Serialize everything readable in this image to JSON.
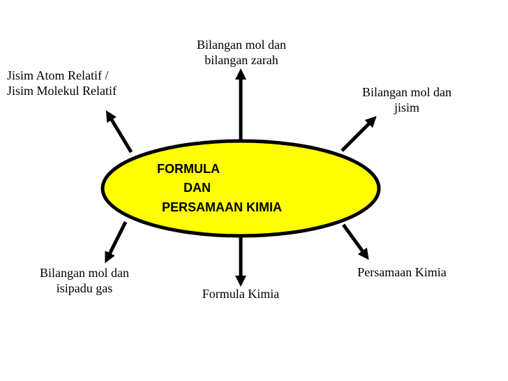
{
  "center": {
    "line1": "FORMULA",
    "line2": "DAN",
    "line3": "PERSAMAAN KIMIA",
    "fill_color": "#FFFF00",
    "stroke_color": "#000000"
  },
  "branches": {
    "top": [
      "Bilangan mol dan",
      "bilangan zarah"
    ],
    "top_left": [
      "Jisim Atom Relatif /",
      "Jisim Molekul Relatif"
    ],
    "top_right": [
      "Bilangan mol dan",
      "jisim"
    ],
    "bottom_left": [
      "Bilangan mol dan",
      "isipadu gas"
    ],
    "bottom": "Formula Kimia",
    "bottom_right": "Persamaan Kimia"
  }
}
